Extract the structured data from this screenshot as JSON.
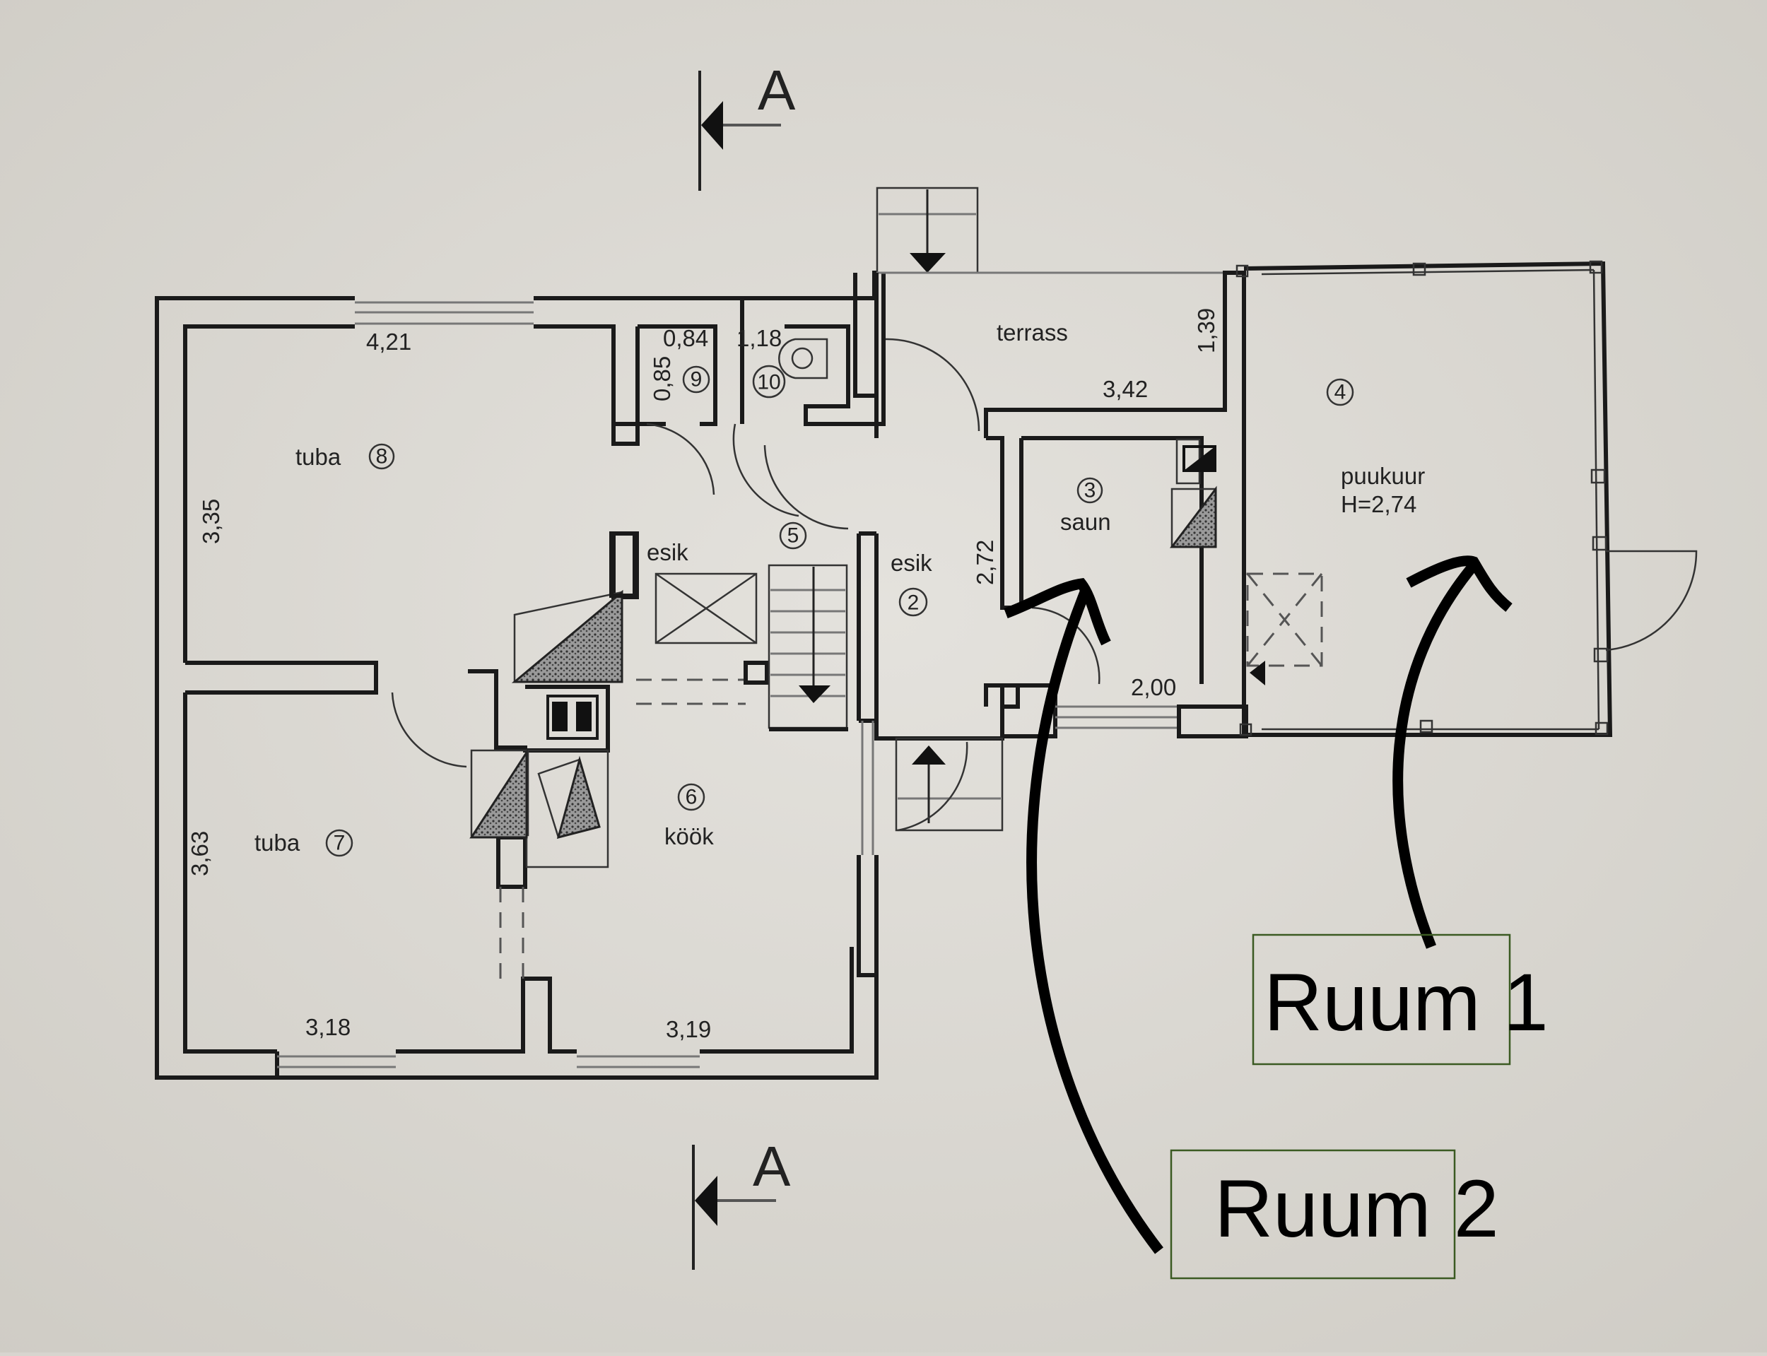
{
  "plan": {
    "section_marker_top": "A",
    "section_marker_bottom": "A",
    "rooms": [
      {
        "id": "room-8",
        "name": "tuba",
        "number": "8"
      },
      {
        "id": "room-7",
        "name": "tuba",
        "number": "7"
      },
      {
        "id": "room-9",
        "name": "",
        "number": "9"
      },
      {
        "id": "room-10",
        "name": "",
        "number": "10"
      },
      {
        "id": "room-5",
        "name": "esik",
        "number": "5"
      },
      {
        "id": "room-6",
        "name": "köök",
        "number": "6"
      },
      {
        "id": "room-2",
        "name": "esik",
        "number": "2"
      },
      {
        "id": "room-3",
        "name": "saun",
        "number": "3"
      },
      {
        "id": "room-4",
        "name": "puukuur",
        "number": "4",
        "note": "H=2,74"
      },
      {
        "id": "terrace",
        "name": "terrass",
        "number": ""
      }
    ],
    "dimensions": {
      "tuba8_width": "4,21",
      "tuba8_depth": "3,35",
      "room9_width": "0,84",
      "room9_depth": "0,85",
      "room10_width": "1,18",
      "terrace_width": "3,42",
      "terrace_depth": "1,39",
      "esik2_depth": "2,72",
      "saun_width": "2,00",
      "tuba7_depth": "3,63",
      "tuba7_width": "3,18",
      "kook_width": "3,19"
    }
  },
  "callouts": [
    {
      "label": "Ruum 1",
      "target": "puukuur"
    },
    {
      "label": "Ruum 2",
      "target": "saun"
    }
  ],
  "colors": {
    "paper": "#d8d5cf",
    "ink": "#1a1a1a",
    "callout_border": "#3b5a22"
  }
}
